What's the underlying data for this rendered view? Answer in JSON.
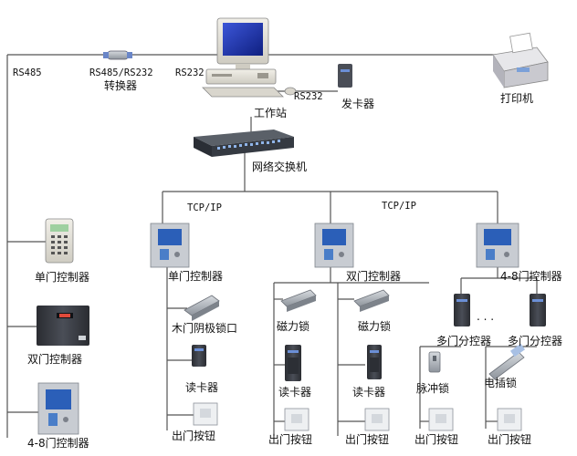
{
  "labels": {
    "rs485": "RS485",
    "converter_line1": "RS485/RS232",
    "converter_line2": "转换器",
    "rs232_pc": "RS232",
    "rs232_reader": "RS232",
    "workstation": "工作站",
    "card_issuer": "发卡器",
    "printer": "打印机",
    "switch": "网络交换机",
    "tcpip_left": "TCP/IP",
    "tcpip_right": "TCP/IP",
    "left_single_door": "单门控制器",
    "left_double_door": "双门控制器",
    "left_4_8_door": "4-8门控制器",
    "col1_controller": "单门控制器",
    "col1_lock": "木门阴极锁口",
    "col1_reader": "读卡器",
    "col1_exit": "出门按钮",
    "col2_lock": "磁力锁",
    "col2_reader": "读卡器",
    "col2_exit": "出门按钮",
    "col3_controller": "双门控制器",
    "col3_lock": "磁力锁",
    "col3_reader": "读卡器",
    "col3_exit": "出门按钮",
    "col4_controller": "4-8门控制器",
    "col4_sub1": "多门分控器",
    "col4_sub2": "多门分控器",
    "col4_ellipsis": ". . .",
    "col4_lock1": "脉冲锁",
    "col4_lock2": "电插锁",
    "col4_exit1": "出门按钮",
    "col4_exit2": "出门按钮"
  },
  "colors": {
    "wire": "#555555",
    "monitor_screen": "#1a2fa8",
    "device_beige": "#e2dfd6",
    "panel_grey": "#c8ccd2",
    "panel_board": "#2b5fb8",
    "dark_device": "#3a3d44",
    "lock_metal": "#9aa0a8"
  },
  "icons": {
    "workstation": "desktop-computer-icon",
    "printer": "printer-icon",
    "switch": "network-switch-icon",
    "converter": "rs485-converter-icon",
    "card_issuer": "card-issuer-icon",
    "controller": "controller-box-icon",
    "reader": "card-reader-icon",
    "lock": "electric-lock-icon",
    "exit_button": "exit-button-icon"
  }
}
